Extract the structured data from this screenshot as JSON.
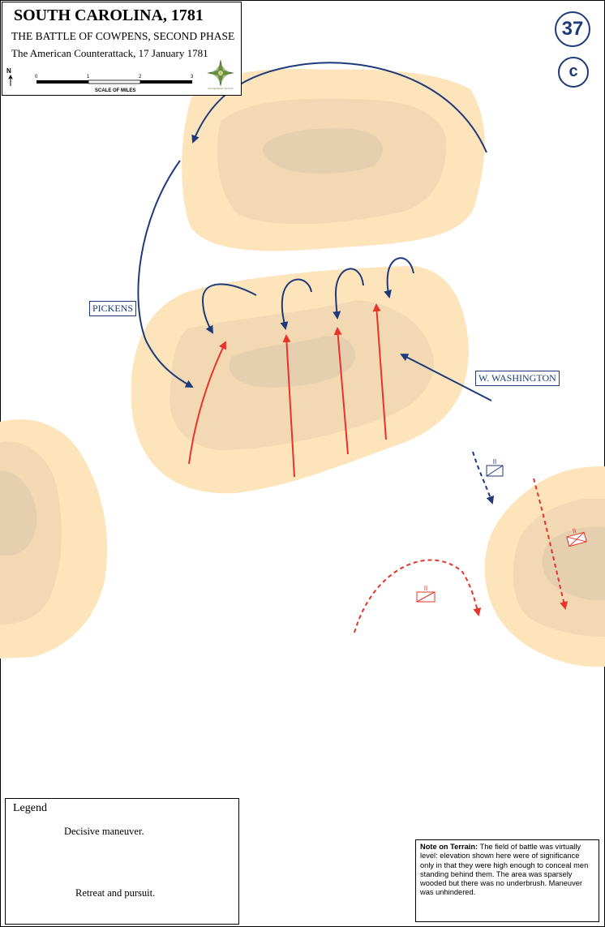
{
  "title": {
    "main": "SOUTH CAROLINA, 1781",
    "subtitle": "THE BATTLE OF COWPENS, SECOND PHASE",
    "caption": "The American Counterattack, 17 January 1781"
  },
  "scale": {
    "ticks": [
      "0",
      "1",
      "2",
      "3"
    ],
    "label": "SCALE OF MILES"
  },
  "north_label": "N",
  "credit_text": "Cartographic Services",
  "map_number": "37",
  "map_letter": "c",
  "units": {
    "pickens": "PICKENS",
    "washington": "W. WASHINGTON"
  },
  "unit_symbol_label": "II",
  "legend": {
    "title": "Legend",
    "entries": [
      {
        "label": "Decisive maneuver.",
        "color": "#1f3a7a",
        "style": "solid"
      },
      {
        "label": "",
        "color": "#e8332a",
        "style": "solid"
      },
      {
        "label": "Retreat and pursuit.",
        "color": "#1f3a7a",
        "style": "dashed"
      },
      {
        "label": "",
        "color": "#e8332a",
        "style": "dashed"
      }
    ]
  },
  "note": {
    "heading": "Note on Terrain:",
    "text": "The field of battle was virtually level: elevation shown here were of significance only in that they were high enough to conceal men standing behind them. The area was sparsely wooded but there was no underbrush.  Maneuver was unhindered."
  },
  "colors": {
    "american": "#1f3a7a",
    "british": "#e8332a",
    "terrain_low": "#fde4bb",
    "terrain_mid": "#f2d9b3",
    "terrain_high": "#e6cfae"
  }
}
